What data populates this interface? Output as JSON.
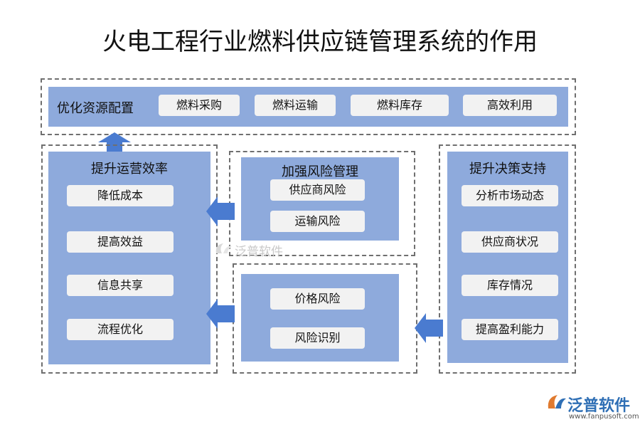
{
  "title": "火电工程行业燃料供应链管理系统的作用",
  "top": {
    "label": "优化资源配置",
    "items": [
      "燃料采购",
      "燃料运输",
      "燃料库存",
      "高效利用"
    ]
  },
  "left": {
    "title": "提升运营效率",
    "items": [
      "降低成本",
      "提高效益",
      "信息共享",
      "流程优化"
    ]
  },
  "middle_top": {
    "title": "加强风险管理",
    "items": [
      "供应商风险",
      "运输风险"
    ]
  },
  "middle_bottom": {
    "items": [
      "价格风险",
      "风险识别"
    ]
  },
  "right": {
    "title": "提升决策支持",
    "items": [
      "分析市场动态",
      "供应商状况",
      "库存情况",
      "提高盈利能力"
    ]
  },
  "watermark": {
    "center_text": "泛普软件",
    "logo_text": "泛普软件",
    "logo_url": "www.fanpusoft.com"
  },
  "colors": {
    "panel": "#8eaadc",
    "pill": "#f2f2f2",
    "arrow": "#4a7bd0",
    "dash": "#6f6f6f"
  }
}
